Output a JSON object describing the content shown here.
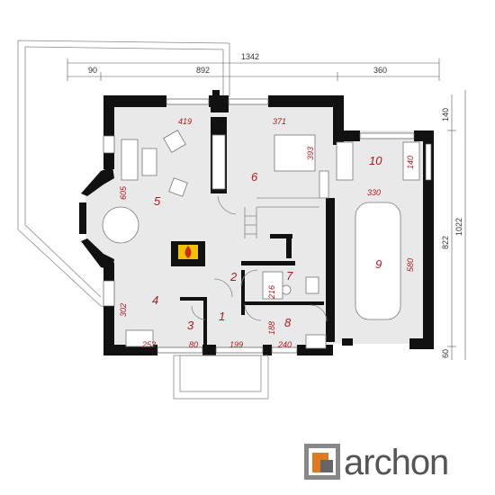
{
  "dimensions": {
    "overall_width": "1342",
    "top_left": "90",
    "top_mid": "892",
    "top_right": "360",
    "right_top": "140",
    "right_mid": "822",
    "right_total": "1022",
    "right_bottom": "60"
  },
  "rooms": [
    {
      "num": "1"
    },
    {
      "num": "2"
    },
    {
      "num": "3"
    },
    {
      "num": "4"
    },
    {
      "num": "5"
    },
    {
      "num": "6"
    },
    {
      "num": "7"
    },
    {
      "num": "8"
    },
    {
      "num": "9"
    },
    {
      "num": "10"
    }
  ],
  "room_dims": {
    "d419": "419",
    "d371": "371",
    "d393": "393",
    "d605": "605",
    "d330": "330",
    "d140": "140",
    "d580": "580",
    "d216": "216",
    "d188": "188",
    "d302": "302",
    "d253": "253",
    "d80": "80",
    "d199": "199",
    "d240": "240"
  },
  "logo": {
    "text": "archon"
  },
  "colors": {
    "label_red": "#b01820",
    "wall": "#111111",
    "floor": "#e9e9e9",
    "logo_orange": "#e07a1e",
    "logo_gray": "#555555"
  }
}
